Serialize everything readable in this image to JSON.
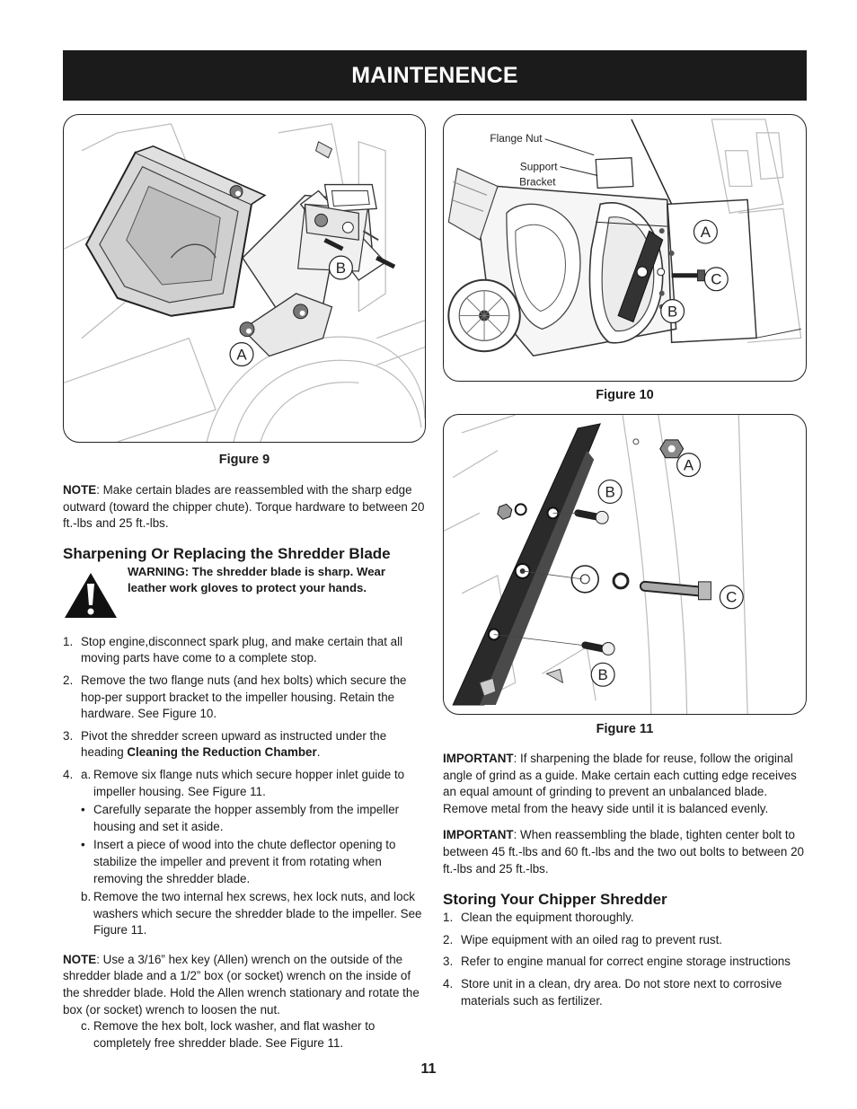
{
  "header": {
    "title": "MAINTENENCE"
  },
  "figures": {
    "fig9": {
      "caption": "Figure 9",
      "labels": {
        "a": "A",
        "b": "B"
      }
    },
    "fig10": {
      "caption": "Figure 10",
      "labels": {
        "flange_nut": "Flange Nut",
        "support_1": "Support",
        "support_2": "Bracket",
        "a": "A",
        "b": "B",
        "c": "C"
      }
    },
    "fig11": {
      "caption": "Figure 11",
      "labels": {
        "a": "A",
        "b_top": "B",
        "b_bottom": "B",
        "c": "C"
      }
    }
  },
  "left": {
    "note1_label": "NOTE",
    "note1_text": ":  Make certain blades are reassembled with the sharp edge outward (toward the chipper chute). Torque hardware to between 20 ft.-lbs and 25 ft.-lbs.",
    "heading": "Sharpening Or Replacing the Shredder Blade",
    "warning": "WARNING: The shredder blade is sharp. Wear leather work gloves to protect your hands.",
    "steps": [
      {
        "num": "1.",
        "text": "Stop engine,disconnect spark plug, and make certain that all moving parts have come to a complete stop."
      },
      {
        "num": "2.",
        "text": "Remove the two flange nuts (and hex bolts) which secure the hop-per support bracket to the impeller housing. Retain the hardware. See Figure 10."
      },
      {
        "num": "3.",
        "text": "Pivot the shredder screen upward as instructed under the heading ",
        "bold": "Cleaning the Reduction Chamber",
        "tail": "."
      },
      {
        "num": "4.",
        "sub_a_label": "a.",
        "sub_a": "Remove six flange nuts which secure hopper inlet guide to impeller housing. See Figure 11."
      }
    ],
    "bullets": [
      "Carefully separate the hopper assembly from the impeller housing and set it aside.",
      "Insert a piece of wood into the chute deflector opening to stabilize the impeller and prevent it from rotating when removing the shredder blade."
    ],
    "bullet_char": "•",
    "sub_b_label": "b.",
    "sub_b": "Remove the two internal hex screws, hex lock nuts, and lock washers which secure the shredder blade to the impeller. See Figure 11.",
    "note2_label": "NOTE",
    "note2_text": ": Use a 3/16” hex key (Allen) wrench on the outside of the shredder blade and a 1/2” box (or socket) wrench on the inside of the shredder blade. Hold the Allen wrench stationary and rotate the box (or socket) wrench to loosen the nut.",
    "sub_c_label": "c.",
    "sub_c": "Remove the hex bolt, lock washer, and flat washer to completely free shredder blade. See Figure 11."
  },
  "right": {
    "imp1_label": "IMPORTANT",
    "imp1_text": ": If sharpening the blade for reuse, follow the original angle of grind as a guide. Make certain each cutting edge receives an equal amount of grinding to prevent an unbalanced blade. Remove metal from the heavy side until it is balanced evenly.",
    "imp2_label": "IMPORTANT",
    "imp2_text": ": When reassembling the blade, tighten center bolt to between 45 ft.-lbs and 60 ft.-lbs and the two out bolts to between 20 ft.-lbs and 25 ft.-lbs.",
    "heading": "Storing Your Chipper Shredder",
    "steps": [
      {
        "num": "1.",
        "text": "Clean the equipment thoroughly."
      },
      {
        "num": "2.",
        "text": "Wipe equipment with an oiled rag to prevent rust."
      },
      {
        "num": "3.",
        "text": "Refer to engine manual for correct engine storage instructions"
      },
      {
        "num": "4.",
        "text": "Store unit in a clean, dry area. Do not store next to corrosive materials such as fertilizer."
      }
    ]
  },
  "page_number": "11",
  "icons": {
    "warning": "warning-triangle-icon"
  },
  "colors": {
    "header_bg": "#1b1b1b",
    "header_text": "#ffffff"
  }
}
